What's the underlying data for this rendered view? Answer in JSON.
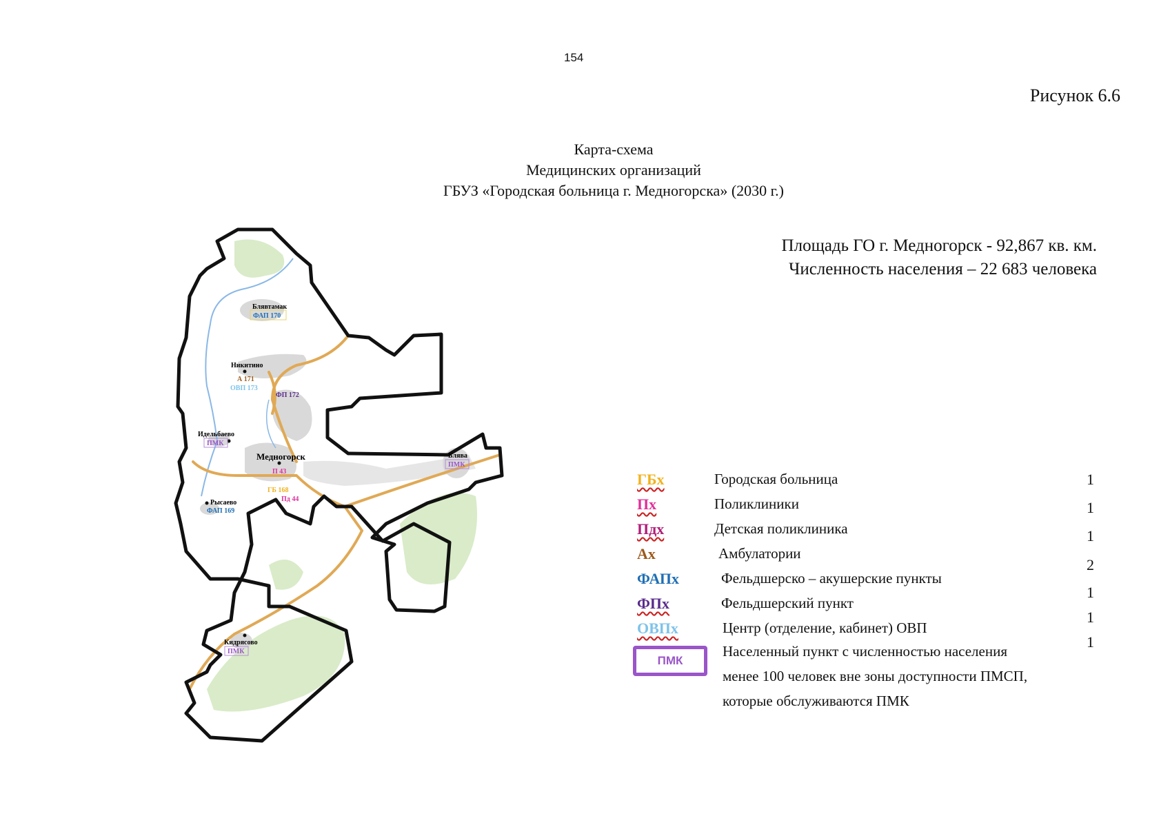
{
  "page_number": "154",
  "figure_label": "Рисунок 6.6",
  "title": {
    "line1": "Карта-схема",
    "line2": "Медицинских организаций",
    "line3": "ГБУЗ «Городская больница г. Медногорска» (2030 г.)"
  },
  "stats": {
    "area": "Площадь ГО г. Медногорск - 92,867 кв. км.",
    "population": "Численность  населения – 22 683 человека"
  },
  "map": {
    "settlements": {
      "blyavtamak": "Блявтамак",
      "nikitino": "Никитино",
      "idelbaevo": "Идельбаево",
      "mednogorsk": "Медногорск",
      "rysaevo": "Рысаево",
      "blyava": "Блява",
      "kidryasovo": "Кидрясово"
    },
    "facilities": {
      "fap170": "ФАП 170",
      "a171": "А 171",
      "ovp173": "ОВП 173",
      "fp172": "ФП 172",
      "pmk_idelbaevo": "ПМК",
      "p43": "П 43",
      "gb168": "ГБ 168",
      "pd44": "Пд 44",
      "fap169": "ФАП 169",
      "pmk_blyava": "ПМК",
      "pmk_kidryasovo": "ПМК"
    },
    "colors": {
      "border": "#111111",
      "road": "#e0a955",
      "river": "#8ab8e6",
      "forest": "#d9ebc8",
      "settlement": "#d9d9d9"
    }
  },
  "legend": {
    "items": [
      {
        "abbr": "ГБх",
        "desc": "Городская больница",
        "count": "1",
        "color": "#f1b21f"
      },
      {
        "abbr": "Пх",
        "desc": "Поликлиники",
        "count": "1",
        "color": "#e0309a"
      },
      {
        "abbr": "Пдх",
        "desc": "Детская поликлиника",
        "count": "1",
        "color": "#b0207a"
      },
      {
        "abbr": "Ах",
        "desc": "Амбулатории",
        "count": "2",
        "color": "#9b5a1a"
      },
      {
        "abbr": "ФАПх",
        "desc": "Фельдшерско – акушерские пункты",
        "count": "1",
        "color": "#1f6fb5"
      },
      {
        "abbr": "ФПх",
        "desc": "Фельдшерский пункт",
        "count": "1",
        "color": "#5a2d8c"
      },
      {
        "abbr": "ОВПх",
        "desc": "Центр (отделение, кабинет) ОВП",
        "count": "1",
        "color": "#7ec3ea"
      }
    ],
    "pmk": {
      "label": "ПМК",
      "line1": "Населенный пункт с численностью населения",
      "line2": "менее 100 человек вне зоны доступности ПМСП,",
      "line3": "которые обслуживаются ПМК"
    }
  }
}
